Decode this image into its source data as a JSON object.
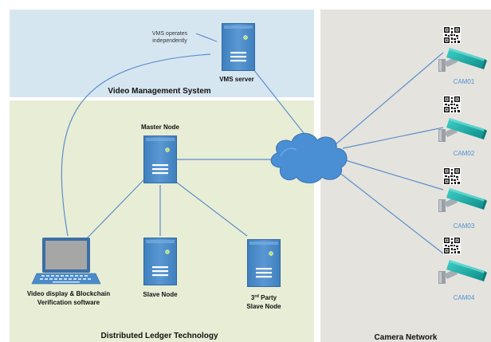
{
  "zones": {
    "vms": "Video Management System",
    "dlt": "Distributed Ledger Technology",
    "camera_network": "Camera Network"
  },
  "annotation": {
    "line1": "VMS operates",
    "line2": "independently"
  },
  "nodes": {
    "vms_server": "VMS server",
    "master_node": "Master Node",
    "slave_node": "Slave Node",
    "third_party_prefix": "3",
    "third_party_sup": "rd",
    "third_party_suffix": " Party",
    "third_party_line2": "Slave Node",
    "workstation_line1": "Video display & Blockchain",
    "workstation_line2": "Verification software"
  },
  "cameras": [
    {
      "label": "CAM01"
    },
    {
      "label": "CAM02"
    },
    {
      "label": "CAM03"
    },
    {
      "label": "CAM04"
    }
  ],
  "colors": {
    "vms_zone": "#d6e6f1",
    "dlt_zone": "#e8edd6",
    "camera_zone": "#e5e3de",
    "device_blue": "#4a8bc9",
    "cloud_blue": "#4a8ed4",
    "link_blue": "#5b8fc9",
    "camera_label": "#4f93d1",
    "camera_teal": "#1aa9a6"
  }
}
